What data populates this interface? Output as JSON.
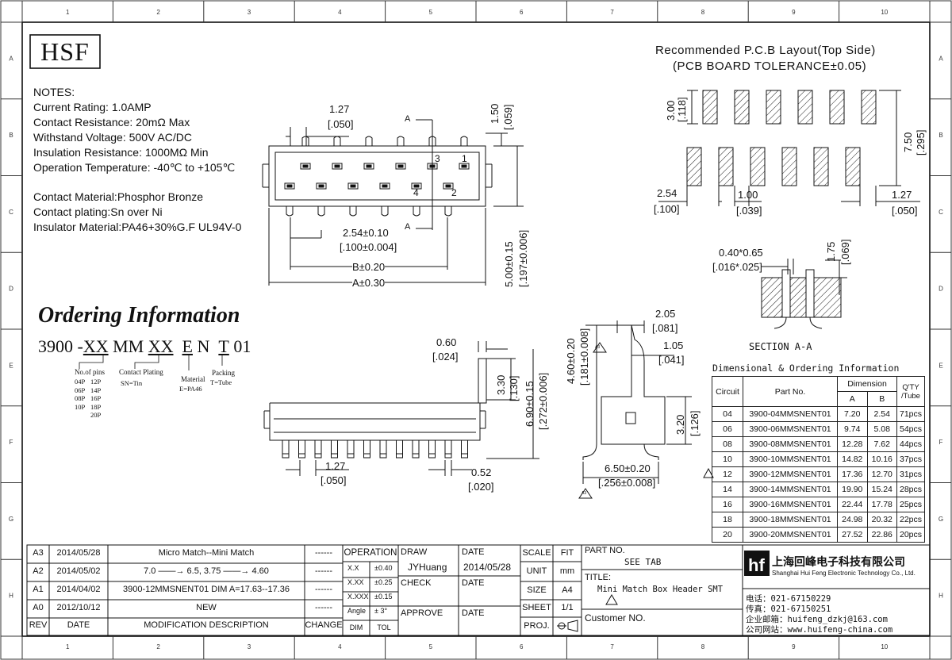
{
  "frame": {
    "columns": [
      "1",
      "2",
      "3",
      "4",
      "5",
      "6",
      "7",
      "8",
      "9",
      "10"
    ],
    "rows": [
      "A",
      "B",
      "C",
      "D",
      "E",
      "F",
      "G",
      "H"
    ]
  },
  "logo": "HSF",
  "notes": {
    "heading": "NOTES:",
    "lines": [
      "Current Rating: 1.0AMP",
      "Contact Resistance: 20mΩ Max",
      "Withstand Voltage: 500V AC/DC",
      "Insulation Resistance: 1000MΩ Min",
      "Operation Temperature: -40℃ to +105℃"
    ],
    "materials": [
      "Contact Material:Phosphor Bronze",
      "Contact plating:Sn over Ni",
      "Insulator Material:PA46+30%G.F UL94V-0"
    ]
  },
  "ordering": {
    "title": "Ordering Information",
    "code_parts": [
      "3900 -",
      "XX",
      "MM",
      "XX",
      "E",
      "N",
      "T",
      "01"
    ],
    "pins_label": "No.of pins",
    "pins_col1": [
      "04P",
      "06P",
      "08P",
      "10P"
    ],
    "pins_col2": [
      "12P",
      "14P",
      "16P",
      "18P",
      "20P"
    ],
    "plating_label": "Contact Plating",
    "plating_value": "SN=Tin",
    "material_label": "Material",
    "material_value": "E=PA46",
    "packing_label": "Packing",
    "packing_value": "T=Tube"
  },
  "pcb": {
    "title1": "Recommended P.C.B Layout(Top Side)",
    "title2": "(PCB BOARD TOLERANCE±0.05)",
    "d_300": "3.00",
    "d_118": "[.118]",
    "d_750": "7.50",
    "d_295": "[.295]",
    "d_254": "2.54",
    "d_100": "[.100]",
    "d_100mm": "1.00",
    "d_039": "[.039]",
    "d_127": "1.27",
    "d_050": "[.050]"
  },
  "top_view": {
    "d_127": "1.27",
    "d_050": "[.050]",
    "d_150": "1.50",
    "d_059": "[.059]",
    "d_254": "2.54±0.10",
    "d_100": "[.100±0.004]",
    "d_b": "B±0.20",
    "d_a": "A±0.30",
    "d_500": "5.00±0.15",
    "d_197": "[.197±0.006]",
    "sec_a": "A",
    "pin1": "1",
    "pin2": "2",
    "pin3": "3",
    "pin4": "4"
  },
  "side_view": {
    "d_060": "0.60",
    "d_024": "[.024]",
    "d_330": "3.30",
    "d_130": "[.130]",
    "d_690": "6.90±0.15",
    "d_272": "[.272±0.006]",
    "d_127": "1.27",
    "d_050": "[.050]",
    "d_052": "0.52",
    "d_020": "[.020]"
  },
  "end_view": {
    "d_460": "4.60±0.20",
    "d_181": "[.181±0.008]",
    "d_205": "2.05",
    "d_081": "[.081]",
    "d_105": "1.05",
    "d_041": "[.041]",
    "d_320": "3.20",
    "d_126": "[.126]",
    "d_650": "6.50±0.20",
    "d_256": "[.256±0.008]",
    "rev_mark": "A3"
  },
  "section": {
    "d_040": "0.40*0.65",
    "d_016": "[.016*.025]",
    "d_175": "1.75",
    "d_069": "[.069]",
    "label": "SECTION  A-A"
  },
  "dim_table": {
    "title": "Dimensional & Ordering Information",
    "headers": {
      "circuit": "Circuit",
      "part": "Part No.",
      "dimension": "Dimension",
      "a": "A",
      "b": "B",
      "qty": "Q'TY /Tube"
    },
    "rows": [
      [
        "04",
        "3900-04MMSNENT01",
        "7.20",
        "2.54",
        "71pcs"
      ],
      [
        "06",
        "3900-06MMSNENT01",
        "9.74",
        "5.08",
        "54pcs"
      ],
      [
        "08",
        "3900-08MMSNENT01",
        "12.28",
        "7.62",
        "44pcs"
      ],
      [
        "10",
        "3900-10MMSNENT01",
        "14.82",
        "10.16",
        "37pcs"
      ],
      [
        "12",
        "3900-12MMSNENT01",
        "17.36",
        "12.70",
        "31pcs"
      ],
      [
        "14",
        "3900-14MMSNENT01",
        "19.90",
        "15.24",
        "28pcs"
      ],
      [
        "16",
        "3900-16MMSNENT01",
        "22.44",
        "17.78",
        "25pcs"
      ],
      [
        "18",
        "3900-18MMSNENT01",
        "24.98",
        "20.32",
        "22pcs"
      ],
      [
        "20",
        "3900-20MMSNENT01",
        "27.52",
        "22.86",
        "20pcs"
      ]
    ]
  },
  "title_block": {
    "revisions": [
      {
        "rev": "A3",
        "date": "2014/05/28",
        "desc": "Micro Match--Mini Match",
        "change": "------"
      },
      {
        "rev": "A2",
        "date": "2014/05/02",
        "desc": "7.0 ——→ 6.5, 3.75 ——→ 4.60",
        "change": "------"
      },
      {
        "rev": "A1",
        "date": "2014/04/02",
        "desc": "3900-12MMSNENT01 DIM A=17.63--17.36",
        "change": "------"
      },
      {
        "rev": "A0",
        "date": "2012/10/12",
        "desc": "NEW",
        "change": "------"
      }
    ],
    "hdr_rev": "REV",
    "hdr_date": "DATE",
    "hdr_desc": "MODIFICATION DESCRIPTION",
    "hdr_change": "CHANGE",
    "operation": "OPERATION",
    "tol": [
      [
        "X.X",
        "±0.40"
      ],
      [
        "X.XX",
        "±0.25"
      ],
      [
        "X.XXX",
        "±0.15"
      ],
      [
        "Angle",
        "± 3°"
      ]
    ],
    "dim": "DIM",
    "tol_label": "TOL",
    "draw": "DRAW",
    "drawer": "JYHuang",
    "check": "CHECK",
    "approve": "APPROVE",
    "date_label": "DATE",
    "draw_date": "2014/05/28",
    "scale": "SCALE",
    "scale_val": "FIT",
    "unit": "UNIT",
    "unit_val": "mm",
    "size": "SIZE",
    "size_val": "A4",
    "sheet": "SHEET",
    "sheet_val": "1/1",
    "proj": "PROJ.",
    "part_no_label": "PART NO.",
    "part_no": "SEE TAB",
    "title_label": "TITLE:",
    "title": "Mini Match Box Header SMT",
    "customer": "Customer NO.",
    "company_cn": "上海回峰电子科技有限公司",
    "company_en": "Shanghai Hui Feng Electronic Technology Co., Ltd.",
    "tel": "电话：021-67150229",
    "fax": "传真：021-67150251",
    "email": "企业邮箱：huifeng_dzkj@163.com",
    "web": "公司网站：www.huifeng-china.com"
  }
}
